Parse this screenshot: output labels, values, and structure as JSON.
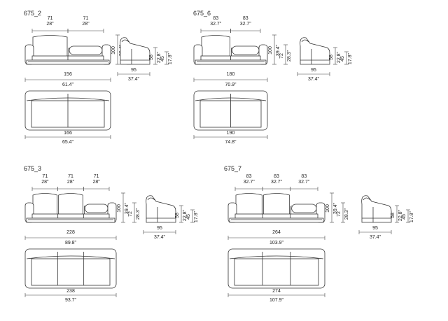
{
  "models": [
    {
      "code": "675_2",
      "seat_widths_cm": [
        "71",
        "71"
      ],
      "seat_widths_in": [
        "28\"",
        "28\""
      ],
      "height_cm": "100",
      "height_in": "39.4\"",
      "arm_height_cm": "72",
      "arm_height_in": "28.3\"",
      "depth_cm": "95",
      "depth_in": "37.4\"",
      "seat_height_cm": "58",
      "seat_height_in": "22.8\"",
      "seat_h2_cm": "45",
      "seat_h2_in": "17.8\"",
      "front_width_cm": "156",
      "front_width_in": "61.4\"",
      "top_width_cm": "166",
      "top_width_in": "65.4\""
    },
    {
      "code": "675_6",
      "seat_widths_cm": [
        "83",
        "83"
      ],
      "seat_widths_in": [
        "32.7\"",
        "32.7\""
      ],
      "height_cm": "100",
      "height_in": "39.4\"",
      "arm_height_cm": "72",
      "arm_height_in": "28.3\"",
      "depth_cm": "95",
      "depth_in": "37.4\"",
      "seat_height_cm": "58",
      "seat_height_in": "22.8\"",
      "seat_h2_cm": "45",
      "seat_h2_in": "17.8\"",
      "front_width_cm": "180",
      "front_width_in": "70.9\"",
      "top_width_cm": "190",
      "top_width_in": "74.8\""
    },
    {
      "code": "675_3",
      "seat_widths_cm": [
        "71",
        "71",
        "71"
      ],
      "seat_widths_in": [
        "28\"",
        "28\"",
        "28\""
      ],
      "height_cm": "100",
      "height_in": "39.4\"",
      "arm_height_cm": "72",
      "arm_height_in": "28.3\"",
      "depth_cm": "95",
      "depth_in": "37.4\"",
      "seat_height_cm": "58",
      "seat_height_in": "22.8\"",
      "seat_h2_cm": "45",
      "seat_h2_in": "17.8\"",
      "front_width_cm": "228",
      "front_width_in": "89.8\"",
      "top_width_cm": "238",
      "top_width_in": "93.7\""
    },
    {
      "code": "675_7",
      "seat_widths_cm": [
        "83",
        "83",
        "83"
      ],
      "seat_widths_in": [
        "32.7\"",
        "32.7\"",
        "32.7\""
      ],
      "height_cm": "100",
      "height_in": "39.4\"",
      "arm_height_cm": "72",
      "arm_height_in": "28.3\"",
      "depth_cm": "95",
      "depth_in": "37.4\"",
      "seat_height_cm": "58",
      "seat_height_in": "22.8\"",
      "seat_h2_cm": "45",
      "seat_h2_in": "17.8\"",
      "front_width_cm": "264",
      "front_width_in": "103.9\"",
      "top_width_cm": "274",
      "top_width_in": "107.9\""
    }
  ]
}
